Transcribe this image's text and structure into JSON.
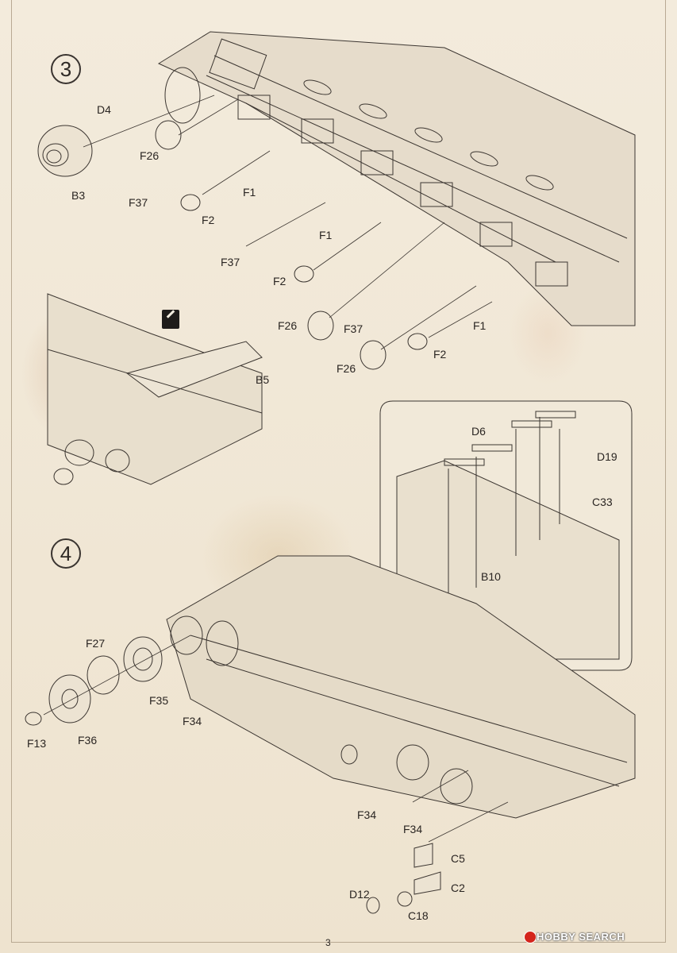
{
  "page": {
    "number": "3"
  },
  "steps": [
    {
      "number": "3"
    },
    {
      "number": "4"
    }
  ],
  "parts": {
    "step3": [
      "D4",
      "F26",
      "B3",
      "F37",
      "F1",
      "F2",
      "F37",
      "F1",
      "F2",
      "F26",
      "F37",
      "F1",
      "F2",
      "F26",
      "B5"
    ],
    "inset": [
      "D6",
      "D19",
      "C33",
      "B10"
    ],
    "step4": [
      "F27",
      "F35",
      "F34",
      "F13",
      "F36",
      "F34",
      "F34",
      "C5",
      "C2",
      "D12",
      "C18"
    ]
  },
  "icons": {
    "glue": "cement-glue-icon"
  },
  "watermark": {
    "text": "HOBBY SEARCH"
  }
}
